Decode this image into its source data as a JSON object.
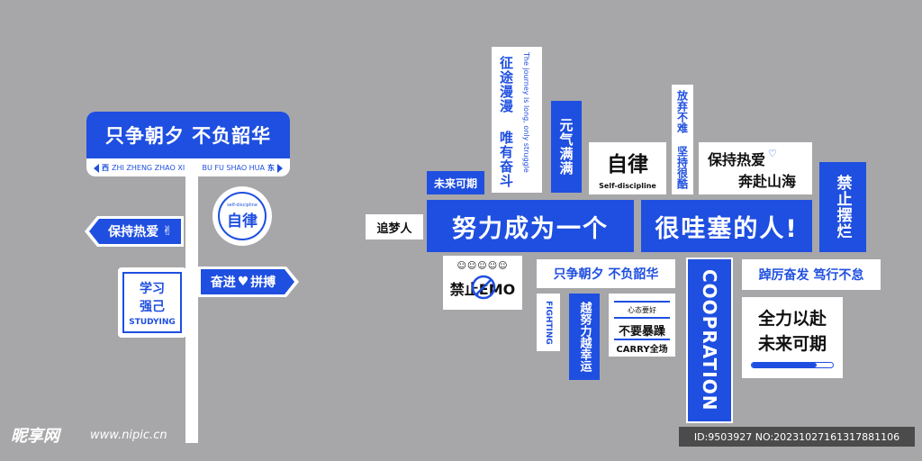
{
  "signpost": {
    "main_title": "只争朝夕 不负韶华",
    "west_char": "西",
    "west_pinyin": "ZHI ZHENG ZHAO XI",
    "east_pinyin": "BU FU SHAO HUA",
    "east_char": "东",
    "circle_small": "self-discipline",
    "circle_main": "自律",
    "left_arrow": "保持热爱",
    "right_arrow_a": "奋进",
    "right_arrow_b": "拼搏",
    "study_line1": "学习",
    "study_line2": "强己",
    "study_en": "STUDYING"
  },
  "wall": {
    "journey_cn": "征途漫漫 唯有奋斗",
    "journey_en": "The journey is long, only struggle",
    "yuanqi": "元气满满",
    "zilv": "自律",
    "zilv_en": "Self-discipline",
    "fangqi": "放弃不难 坚持很酷",
    "baochi_line1": "保持热爱",
    "baochi_line2": "奔赴山海",
    "weilai": "未来可期",
    "jinzhi_bailan": "禁止摆烂",
    "zhuimeng": "追梦人",
    "nuli": "努力成为一个",
    "henwa": "很哇塞的人!",
    "jinzhi_emo": "禁止EMO",
    "emoji_row": "☺☺☺☺☺",
    "zhizheng": "只争朝夕 不负韶华",
    "zhuli": "踔厉奋发 笃行不怠",
    "fighting": "FIGHTING",
    "yuenuli": "越努力越幸运",
    "xintai": "心态要好",
    "buyao": "不要暴躁",
    "carry": "CARRY全场",
    "cooperation": "COOPRATION",
    "quanli_line1": "全力以赴",
    "quanli_line2": "未来可期"
  },
  "footer": {
    "watermark_cn": "昵享网",
    "watermark_url": "www.nipic.cn",
    "id_text": "ID:9503927 NO:20231027161317881106"
  },
  "colors": {
    "blue": "#1f4fe0",
    "white": "#ffffff",
    "bg": "#a7a7a9"
  }
}
